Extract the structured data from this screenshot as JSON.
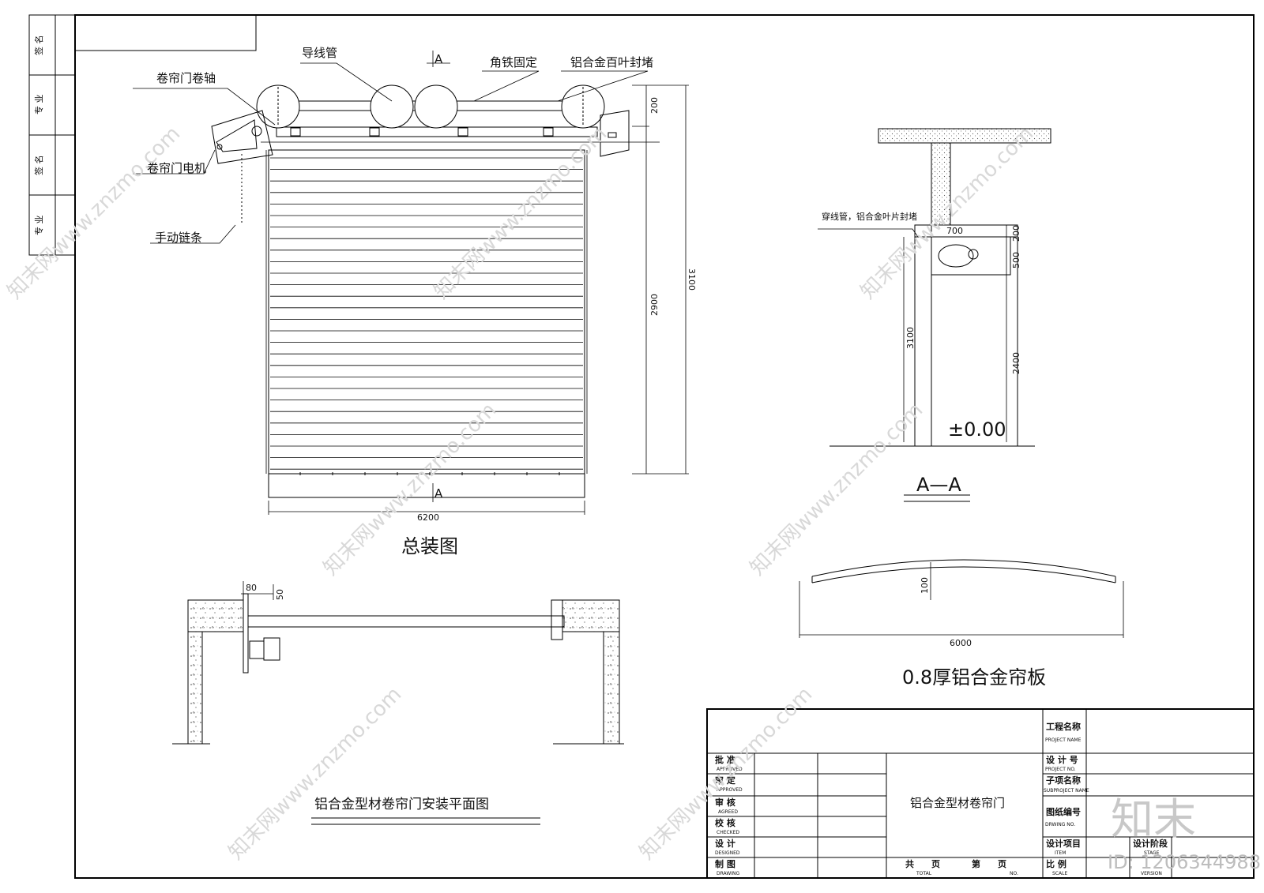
{
  "side_strip": {
    "sign1": "签 名",
    "major1": "专 业",
    "sign2": "签 名",
    "major2": "专 业"
  },
  "elevation": {
    "labels": {
      "wire_tube": "导线管",
      "angle_iron": "角铁固定",
      "alu_louver_seal": "铝合金百叶封堵",
      "shaft": "卷帘门卷轴",
      "motor": "卷帘门电机",
      "chain": "手动链条",
      "section_mark": "A"
    },
    "dims": {
      "d200": "200",
      "d2900": "2900",
      "d3100": "3100",
      "width": "6200"
    },
    "title": "总装图"
  },
  "section": {
    "label": "穿线管，铝合金叶片封堵",
    "dims": {
      "d700": "700",
      "d200": "200",
      "d500": "500",
      "d3100": "3100",
      "d2400": "2400"
    },
    "level": "±0.00",
    "title": "A—A"
  },
  "panel": {
    "d100": "100",
    "d6000": "6000",
    "title": "0.8厚铝合金帘板"
  },
  "plan": {
    "d80": "80",
    "d50": "50",
    "title": "铝合金型材卷帘门安装平面图"
  },
  "title_block": {
    "project_name": "工程名称",
    "project_name_en": "PROJECT NAME",
    "project_no": "设 计 号",
    "project_no_en": "PROJECT NO.",
    "subproject": "子项名称",
    "subproject_en": "SUBPROJECT NAME",
    "drawing_no": "图纸编号",
    "drawing_no_en": "DRWING NO.",
    "item": "设计项目",
    "item_en": "ITEM",
    "stage": "设计阶段",
    "stage_en": "STAGE",
    "scale": "比 例",
    "scale_en": "SCALE",
    "version_en": "VERSION",
    "approved": "批 准",
    "approved_en": "APPROVED",
    "examined": "审 定",
    "examined_en": "APPROVED",
    "agreed": "审 核",
    "agreed_en": "AGREED",
    "checked": "校 核",
    "checked_en": "CHECKED",
    "designed": "设 计",
    "designed_en": "DESIGNED",
    "drawing": "制 图",
    "drawing_en": "DRAWING",
    "drawing_title": "铝合金型材卷帘门",
    "total": "共　　页",
    "total_en": "TOTAL",
    "page": "第　　页",
    "page_en": "NO."
  },
  "brand": {
    "logo": "知末",
    "id_text": "ID: 1206344988",
    "watermark": "知末网www.znzmo.com"
  }
}
